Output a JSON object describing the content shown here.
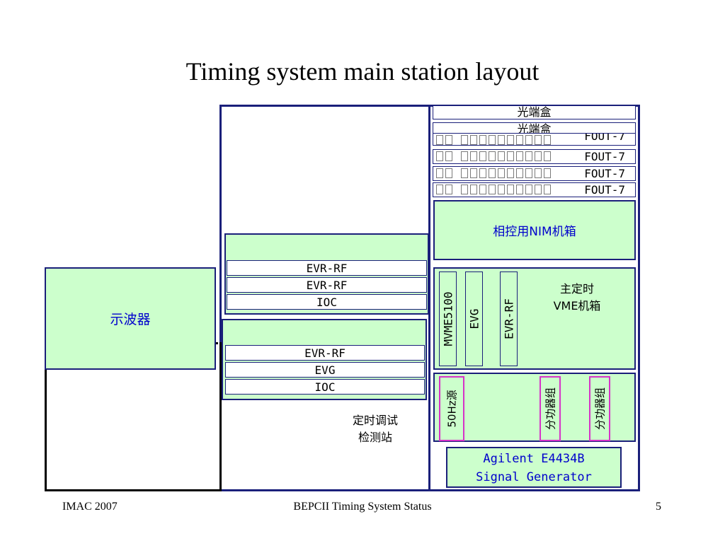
{
  "title": "Timing system main station layout",
  "optical_boxes": [
    "光端盒",
    "光端盒"
  ],
  "fout_label": "FOUT-7",
  "nim_crate": "相控用NIM机箱",
  "main_crate": {
    "label_line1": "主定时",
    "label_line2": "VME机箱",
    "cards": [
      "MVME5100",
      "EVG",
      "EVR-RF"
    ]
  },
  "lower_crate": {
    "source": "50Hz源",
    "splitters": [
      "分功器组",
      "分功器组"
    ]
  },
  "signal_generator": {
    "line1": "Agilent E4434B",
    "line2": "Signal Generator"
  },
  "upper_chassis_slots": [
    "EVR-RF",
    "EVR-RF",
    "IOC"
  ],
  "lower_chassis_slots": [
    "EVR-RF",
    "EVG",
    "IOC"
  ],
  "test_station": {
    "line1": "定时调试",
    "line2": "检测站"
  },
  "oscilloscope": "示波器",
  "footer": {
    "left": "IMAC 2007",
    "center": "BEPCII Timing System Status",
    "right": "5"
  },
  "colors": {
    "frame": "#1a1f7a",
    "panel_fill": "#ccffcc",
    "card_accent": "#d633c8",
    "text_blue": "#0000cc"
  }
}
